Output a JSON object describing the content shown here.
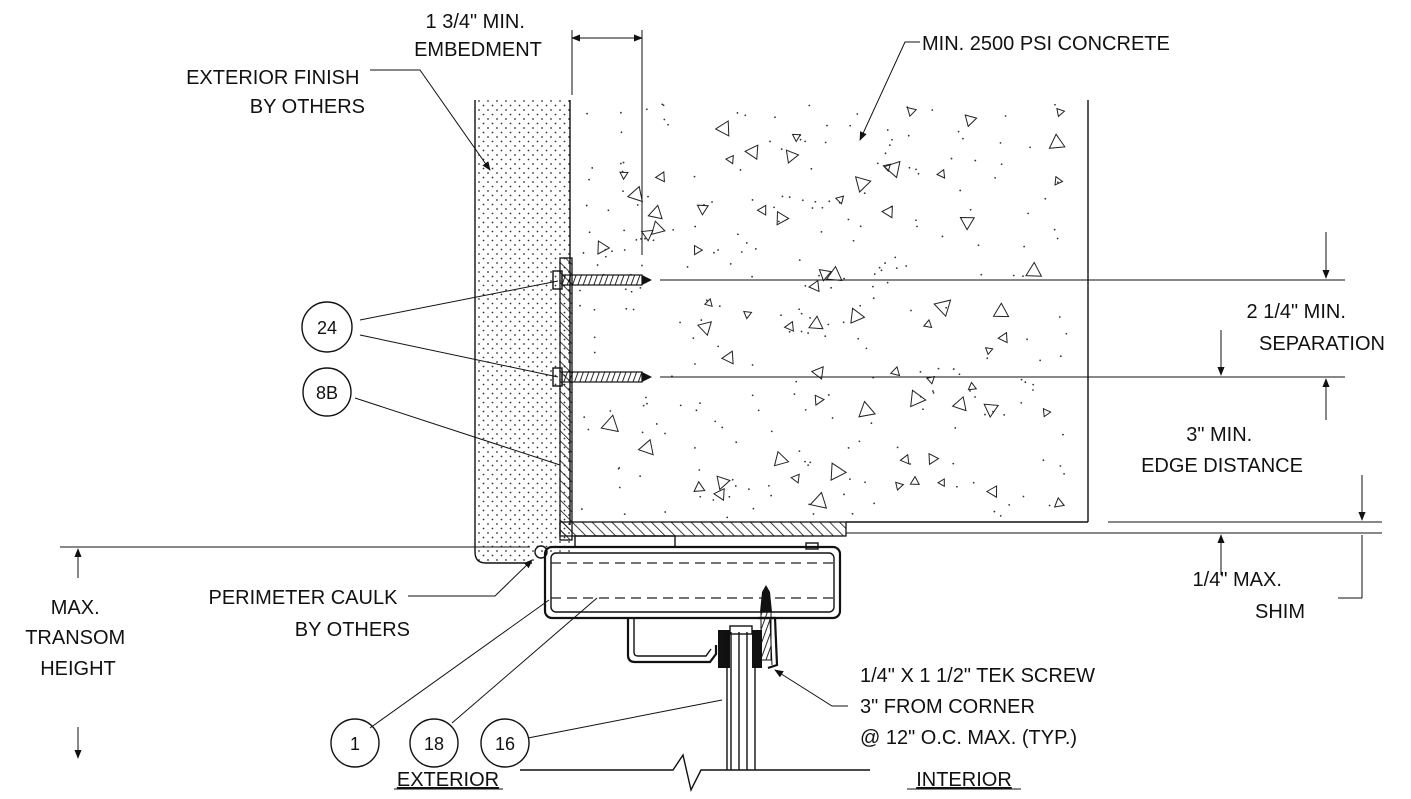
{
  "labels": {
    "embedment": [
      "1 3/4\" MIN.",
      "EMBEDMENT"
    ],
    "exterior_finish": [
      "EXTERIOR FINISH",
      "BY OTHERS"
    ],
    "concrete": "MIN. 2500 PSI CONCRETE",
    "separation": [
      "2 1/4\" MIN.",
      "SEPARATION"
    ],
    "edge_distance": [
      "3\" MIN.",
      "EDGE DISTANCE"
    ],
    "shim": [
      "1/4\" MAX.",
      "SHIM"
    ],
    "transom": [
      "MAX.",
      "TRANSOM",
      "HEIGHT"
    ],
    "caulk": [
      "PERIMETER CAULK",
      "BY OTHERS"
    ],
    "tek_screw": [
      "1/4\" X 1 1/2\" TEK SCREW",
      "3\" FROM CORNER",
      "@ 12\" O.C. MAX. (TYP.)"
    ],
    "exterior": "EXTERIOR",
    "interior": "INTERIOR"
  },
  "callouts": [
    "24",
    "8B",
    "1",
    "18",
    "16"
  ]
}
